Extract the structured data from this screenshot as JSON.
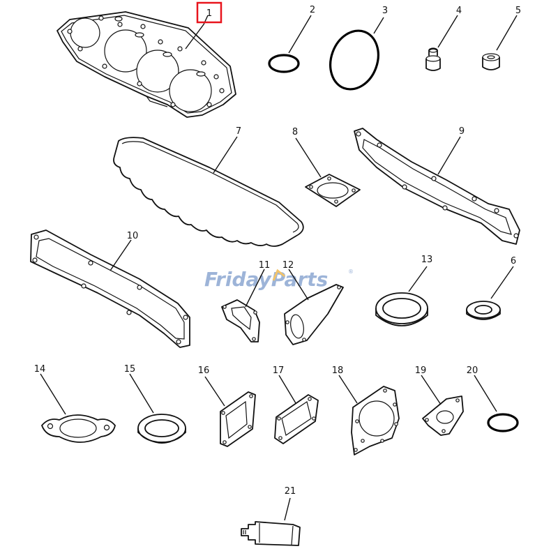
{
  "diagram": {
    "highlighted_callout": "1",
    "highlight_color": "#e8141c",
    "callouts": [
      "1",
      "2",
      "3",
      "4",
      "5",
      "6",
      "7",
      "8",
      "9",
      "10",
      "11",
      "12",
      "13",
      "14",
      "15",
      "16",
      "17",
      "18",
      "19",
      "20",
      "21"
    ]
  },
  "watermark": {
    "text_part1": "Friday",
    "text_part2": "Parts",
    "registered_mark": "®",
    "color_main": "#9db4d8",
    "color_accent": "#f3c46a"
  }
}
